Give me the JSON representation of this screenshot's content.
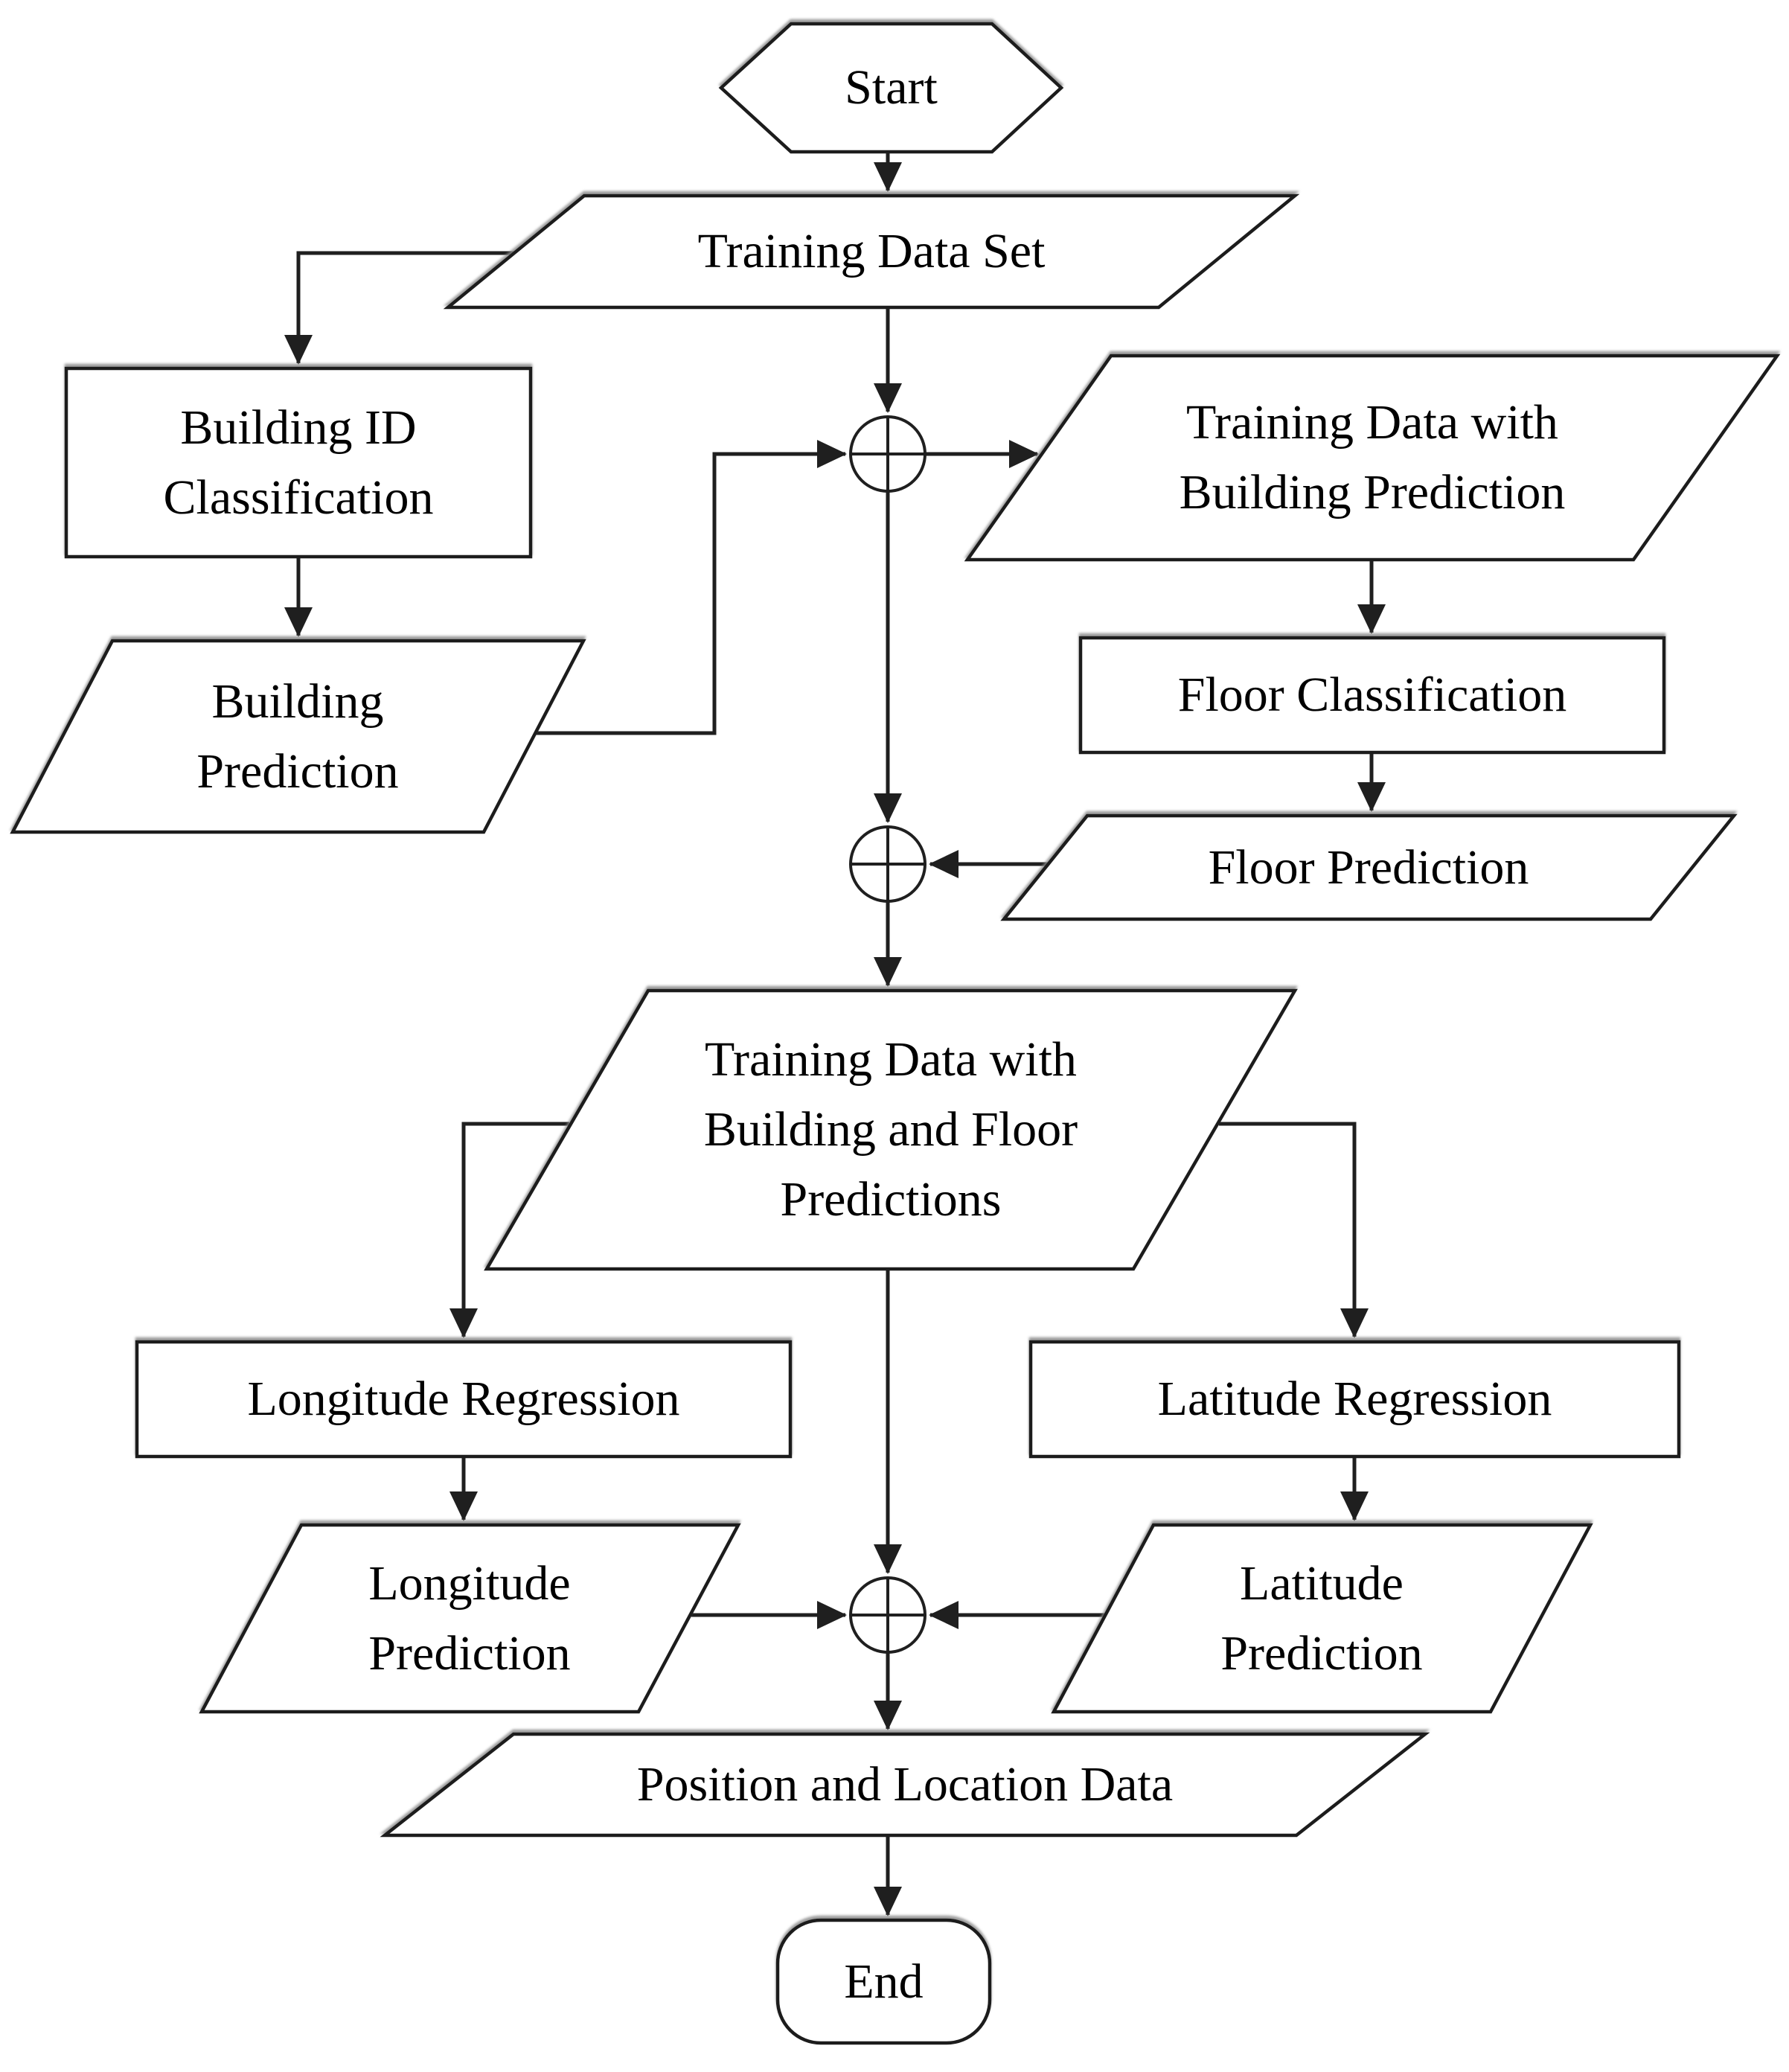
{
  "theme": {
    "canvas_bg": "#ffffff",
    "line_color": "#1f1f1f",
    "shape_fill": "#ffffff",
    "text_color": "#000000"
  },
  "nodes": {
    "start": {
      "label": "Start",
      "shape": "hexagon"
    },
    "training_data_set": {
      "label": "Training Data Set",
      "shape": "parallelogram"
    },
    "building_id_classification": {
      "label": "Building ID\nClassification",
      "shape": "rectangle"
    },
    "building_prediction": {
      "label": "Building\nPrediction",
      "shape": "parallelogram"
    },
    "training_data_with_building_prediction": {
      "label": "Training Data with\nBuilding Prediction",
      "shape": "parallelogram"
    },
    "floor_classification": {
      "label": "Floor Classification",
      "shape": "rectangle"
    },
    "floor_prediction": {
      "label": "Floor Prediction",
      "shape": "parallelogram"
    },
    "training_data_with_building_and_floor_predictions": {
      "label": "Training Data with\nBuilding and Floor\nPredictions",
      "shape": "parallelogram"
    },
    "longitude_regression": {
      "label": "Longitude Regression",
      "shape": "rectangle"
    },
    "latitude_regression": {
      "label": "Latitude Regression",
      "shape": "rectangle"
    },
    "longitude_prediction": {
      "label": "Longitude\nPrediction",
      "shape": "parallelogram"
    },
    "latitude_prediction": {
      "label": "Latitude\nPrediction",
      "shape": "parallelogram"
    },
    "position_and_location_data": {
      "label": "Position and Location Data",
      "shape": "parallelogram"
    },
    "end": {
      "label": "End",
      "shape": "rounded-terminator"
    }
  },
  "junctions": [
    {
      "name": "merge-junction-1",
      "symbol": "circle-cross"
    },
    {
      "name": "merge-junction-2",
      "symbol": "circle-cross"
    },
    {
      "name": "merge-junction-3",
      "symbol": "circle-cross"
    }
  ],
  "edges": [
    {
      "from": "start",
      "to": "training_data_set"
    },
    {
      "from": "training_data_set",
      "to": "building_id_classification"
    },
    {
      "from": "building_id_classification",
      "to": "building_prediction"
    },
    {
      "from": "training_data_set",
      "to": "merge-junction-1"
    },
    {
      "from": "building_prediction",
      "to": "merge-junction-1"
    },
    {
      "from": "merge-junction-1",
      "to": "training_data_with_building_prediction"
    },
    {
      "from": "merge-junction-1",
      "to": "merge-junction-2"
    },
    {
      "from": "training_data_with_building_prediction",
      "to": "floor_classification"
    },
    {
      "from": "floor_classification",
      "to": "floor_prediction"
    },
    {
      "from": "floor_prediction",
      "to": "merge-junction-2"
    },
    {
      "from": "merge-junction-2",
      "to": "training_data_with_building_and_floor_predictions"
    },
    {
      "from": "training_data_with_building_and_floor_predictions",
      "to": "longitude_regression"
    },
    {
      "from": "training_data_with_building_and_floor_predictions",
      "to": "latitude_regression"
    },
    {
      "from": "training_data_with_building_and_floor_predictions",
      "to": "merge-junction-3"
    },
    {
      "from": "longitude_regression",
      "to": "longitude_prediction"
    },
    {
      "from": "latitude_regression",
      "to": "latitude_prediction"
    },
    {
      "from": "longitude_prediction",
      "to": "merge-junction-3"
    },
    {
      "from": "latitude_prediction",
      "to": "merge-junction-3"
    },
    {
      "from": "merge-junction-3",
      "to": "position_and_location_data"
    },
    {
      "from": "position_and_location_data",
      "to": "end"
    }
  ]
}
